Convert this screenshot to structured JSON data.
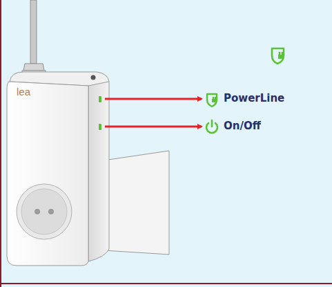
{
  "diagram": {
    "labels": [
      "lea",
      "PowerLine",
      "On/Off"
    ]
  }
}
